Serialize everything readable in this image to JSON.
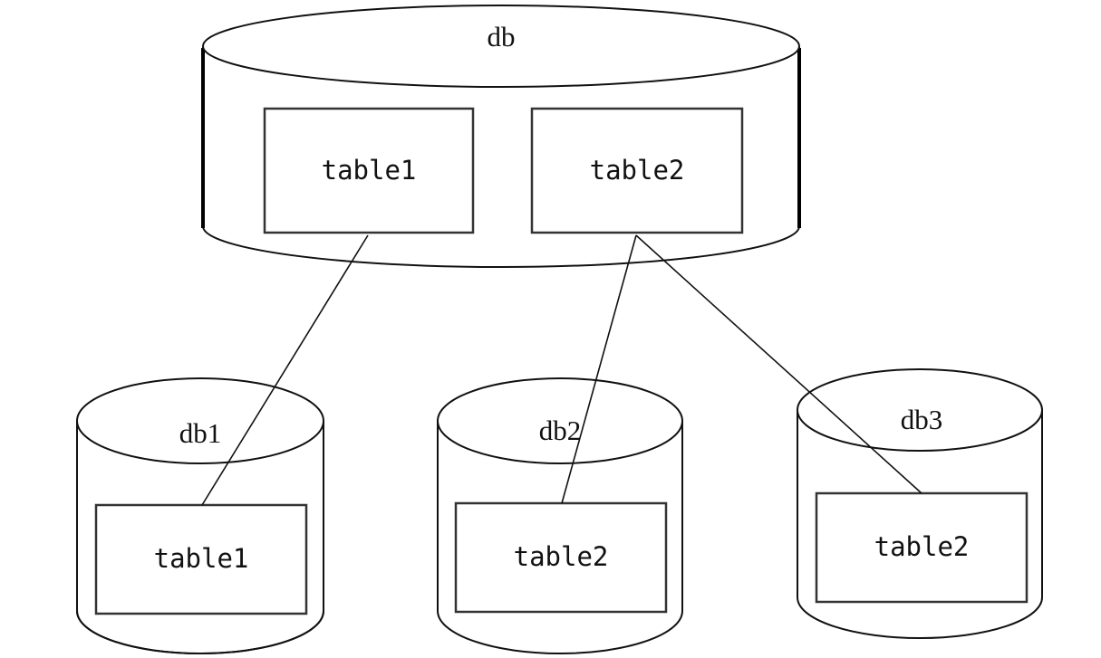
{
  "databases": {
    "main": {
      "label": "db",
      "tables": [
        "table1",
        "table2"
      ]
    },
    "shards": [
      {
        "label": "db1",
        "table": "table1"
      },
      {
        "label": "db2",
        "table": "table2"
      },
      {
        "label": "db3",
        "table": "table2"
      }
    ]
  },
  "connections": [
    {
      "from": "db.table1",
      "to": "db1.table1"
    },
    {
      "from": "db.table2",
      "to": "db2.table2"
    },
    {
      "from": "db.table2",
      "to": "db3.table2"
    }
  ]
}
